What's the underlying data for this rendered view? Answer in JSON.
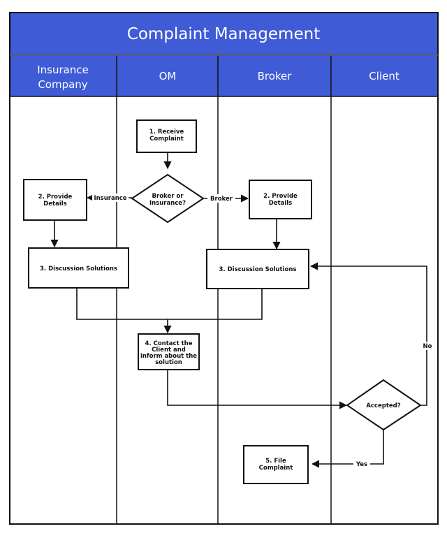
{
  "diagram": {
    "title": "Complaint Management",
    "header_color": "#3f5bd6",
    "lanes": [
      {
        "label_line1": "Insurance",
        "label_line2": "Company"
      },
      {
        "label_line1": "OM"
      },
      {
        "label_line1": "Broker"
      },
      {
        "label_line1": "Client"
      }
    ],
    "nodes": {
      "receive": {
        "line1": "1. Receive",
        "line2": "Complaint"
      },
      "decision1": {
        "line1": "Broker or",
        "line2": "Insurance?"
      },
      "details_ins": {
        "line1": "2. Provide",
        "line2": "Details"
      },
      "details_broker": {
        "line1": "2. Provide",
        "line2": "Details"
      },
      "solutions_ins": {
        "line1": "3. Discussion Solutions"
      },
      "solutions_broker": {
        "line1": "3. Discussion Solutions"
      },
      "contact": {
        "line1": "4. Contact the",
        "line2": "Client and",
        "line3": "inform about the",
        "line4": "solution"
      },
      "accepted": {
        "line1": "Accepted?"
      },
      "file": {
        "line1": "5. File",
        "line2": "Complaint"
      }
    },
    "edge_labels": {
      "insurance": "Insurance",
      "broker": "Broker",
      "no": "No",
      "yes": "Yes"
    }
  }
}
